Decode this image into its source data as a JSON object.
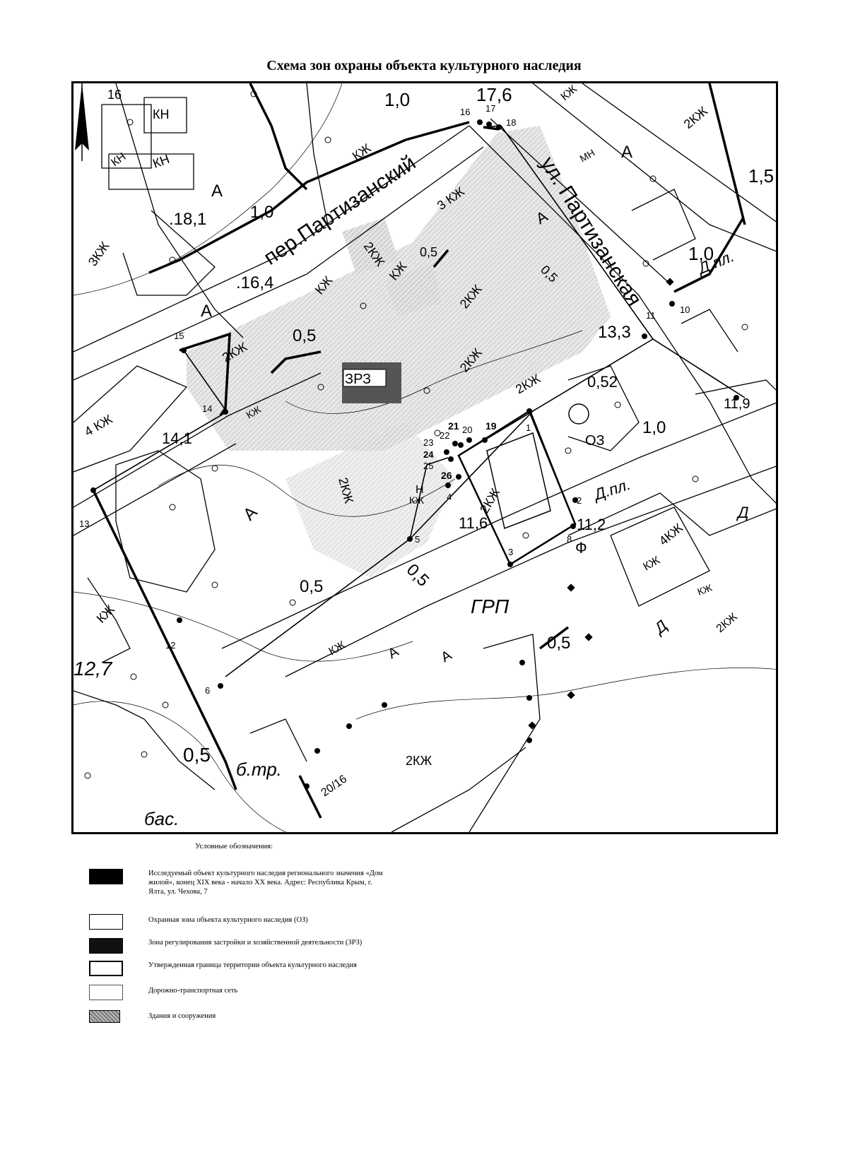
{
  "title": "Схема зон охраны объекта культурного наследия",
  "map": {
    "street_labels": {
      "pereulok": "пер.Партизанский",
      "ulitsa": "ул. Партизанская",
      "grp": "ГРП",
      "bas": "бас.",
      "b_tr": "б.тр.",
      "d_pl_1": "Д.пл.",
      "d_pl_2": "Д.пл."
    },
    "zone_labels": {
      "zrz": "ЗРЗ",
      "oz": "ОЗ"
    },
    "building_labels": [
      "16",
      "КН",
      "КН",
      "КН",
      "3КЖ",
      "КЖ",
      "3 КЖ",
      "2КЖ",
      "КЖ",
      "2КЖ",
      "КЖ",
      "2КЖ",
      "2КЖ",
      "2КЖ",
      "КЖ",
      "4 КЖ",
      "2КЖ",
      "КЖ",
      "КЖ",
      "2КЖ",
      "КЖ",
      "4КЖ",
      "КЖ",
      "2КЖ",
      "МН",
      "КЖ",
      "2КЖ",
      "2КЖ",
      "20/16",
      "КЖ",
      "А",
      "А",
      "А",
      "А",
      "А",
      "А",
      "А",
      "Д",
      "Д",
      "Ф",
      "Н"
    ],
    "elevations": [
      "1,0",
      "17,6",
      ".18,1",
      "1,0",
      ".16,4",
      "0,5",
      "0,5",
      "0,5",
      "0,5",
      "13,3",
      "0,52",
      "1,0",
      "11,9",
      "14,1",
      "11,6",
      "11,2",
      "0,5",
      "0,5",
      "12,7",
      "0,5",
      "1,0",
      "1,5",
      "0,5"
    ],
    "points": [
      "1",
      "2",
      "3",
      "4",
      "5",
      "6",
      "8",
      "10",
      "11",
      "12",
      "13",
      "14",
      "15",
      "16",
      "17",
      "18",
      "19",
      "20",
      "21",
      "22",
      "23",
      "24",
      "25",
      "26"
    ]
  },
  "legend": {
    "heading": "Условные обозначения:",
    "items": [
      {
        "key": "object",
        "text": "Исследуемый объект культурного наследия регионального значения «Дом жилой», конец XIX века - начало XX века. Адрес: Республика Крым, г. Ялта, ул. Чехова, 7"
      },
      {
        "key": "oz",
        "text": "Охранная зона объекта культурного наследия (ОЗ)"
      },
      {
        "key": "zrz",
        "text": "Зона регулирования застройки и хозяйственной деятельности (ЗРЗ)"
      },
      {
        "key": "border",
        "text": "Утвержденная граница территории объекта культурного наследия"
      },
      {
        "key": "road",
        "text": "Дорожно-транспортная сеть"
      },
      {
        "key": "buildings",
        "text": "Здания и сооружения"
      }
    ]
  }
}
